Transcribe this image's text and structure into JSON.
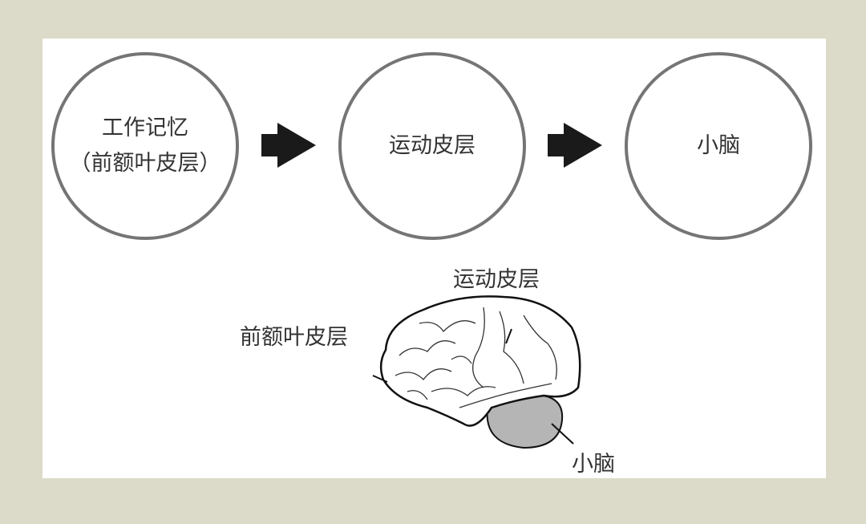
{
  "flow": {
    "steps": [
      {
        "line1": "工作记忆",
        "line2": "（前额叶皮层）"
      },
      {
        "line1": "运动皮层"
      },
      {
        "line1": "小脑"
      }
    ]
  },
  "brain": {
    "labels": {
      "prefrontal": "前额叶皮层",
      "motor": "运动皮层",
      "cerebellum": "小脑"
    }
  },
  "colors": {
    "background": "#dcdbc9",
    "circle_stroke": "#757575",
    "cerebellum_fill": "#b5b5b5"
  }
}
